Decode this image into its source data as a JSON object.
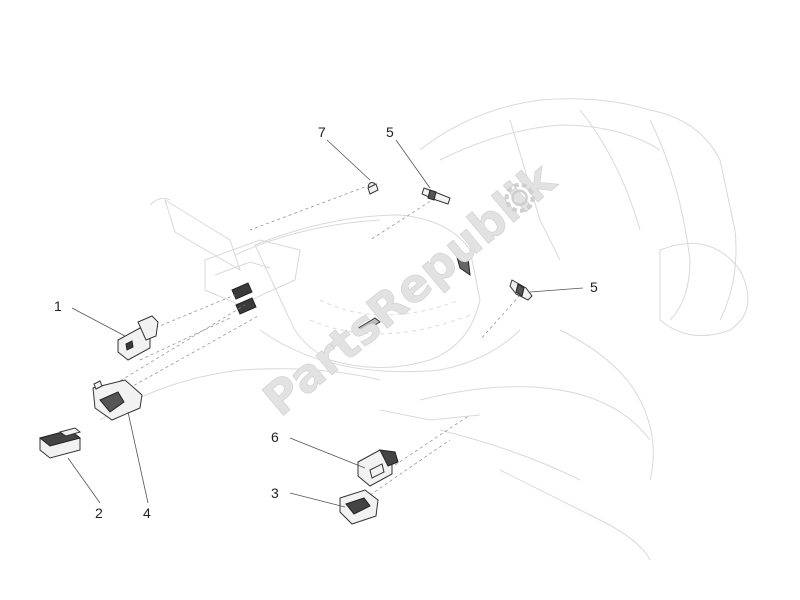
{
  "watermark": {
    "text": "PartsRepublik",
    "icon": "gear-icon",
    "color": "#d6d6d6"
  },
  "callouts": [
    {
      "id": "c1",
      "label": "1"
    },
    {
      "id": "c2",
      "label": "2"
    },
    {
      "id": "c3",
      "label": "3"
    },
    {
      "id": "c4",
      "label": "4"
    },
    {
      "id": "c5a",
      "label": "5"
    },
    {
      "id": "c5b",
      "label": "5"
    },
    {
      "id": "c6",
      "label": "6"
    },
    {
      "id": "c7",
      "label": "7"
    }
  ],
  "colors": {
    "background": "#ffffff",
    "ghost_outline": "#d9d9d9",
    "part_stroke": "#333333",
    "leader": "#555555"
  }
}
